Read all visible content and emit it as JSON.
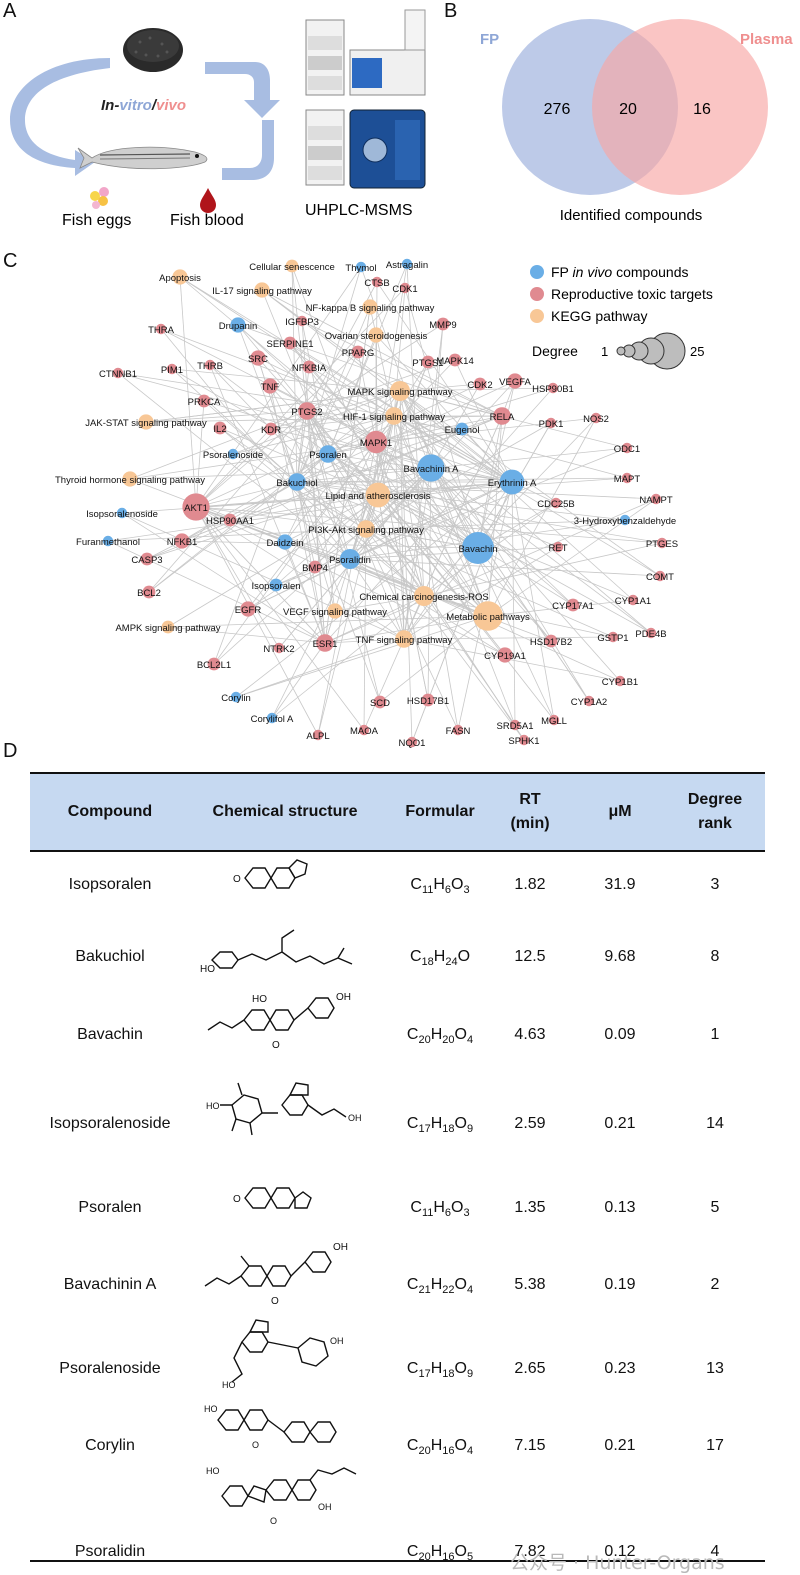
{
  "panels": {
    "a": "A",
    "b": "B",
    "c": "C",
    "d": "D"
  },
  "panel_a": {
    "title_in": "In-",
    "title_vitro": "vitro",
    "title_slash": "/",
    "title_vivo": "vivo",
    "label_eggs": "Fish eggs",
    "label_blood": "Fish blood",
    "label_instrument": "UHPLC-MSMS"
  },
  "panel_b": {
    "set_left": "FP",
    "set_right": "Plasma",
    "left_only": "276",
    "overlap": "20",
    "right_only": "16",
    "caption": "Identified compounds",
    "colors": {
      "left": "#a7b8e0",
      "right": "#f7a6a4"
    }
  },
  "panel_c": {
    "legend": {
      "compound_pre": "FP ",
      "compound_italic": "in vivo",
      "compound_post": " compounds",
      "target": "Reproductive toxic targets",
      "pathway": "KEGG pathway",
      "degree_label": "Degree",
      "degree_min": "1",
      "degree_max": "25"
    },
    "colors": {
      "compound": "#6aaee6",
      "target": "#e08a90",
      "pathway": "#f8c796",
      "edge": "#c8c8c8"
    },
    "nodes": [
      {
        "label": "Apoptosis",
        "t": "p",
        "d": 3
      },
      {
        "label": "Cellular senescence",
        "t": "p",
        "d": 2
      },
      {
        "label": "Thymol",
        "t": "c",
        "d": 1
      },
      {
        "label": "Astragalin",
        "t": "c",
        "d": 1
      },
      {
        "label": "CTSB",
        "t": "t",
        "d": 1
      },
      {
        "label": "CDK1",
        "t": "t",
        "d": 1
      },
      {
        "label": "IL-17 signaling pathway",
        "t": "p",
        "d": 3
      },
      {
        "label": "NF-kappa B signaling pathway",
        "t": "p",
        "d": 3
      },
      {
        "label": "Drupanin",
        "t": "c",
        "d": 3
      },
      {
        "label": "IGFBP3",
        "t": "t",
        "d": 1
      },
      {
        "label": "Ovarian steroidogenesis",
        "t": "p",
        "d": 3
      },
      {
        "label": "THRA",
        "t": "t",
        "d": 1
      },
      {
        "label": "MMP9",
        "t": "t",
        "d": 2
      },
      {
        "label": "SERPINE1",
        "t": "t",
        "d": 2
      },
      {
        "label": "PPARG",
        "t": "t",
        "d": 2
      },
      {
        "label": "PTGS1",
        "t": "t",
        "d": 2
      },
      {
        "label": "MAPK14",
        "t": "t",
        "d": 2
      },
      {
        "label": "PIM1",
        "t": "t",
        "d": 1
      },
      {
        "label": "THRB",
        "t": "t",
        "d": 1
      },
      {
        "label": "SRC",
        "t": "t",
        "d": 3
      },
      {
        "label": "NFKBIA",
        "t": "t",
        "d": 2
      },
      {
        "label": "CTNNB1",
        "t": "t",
        "d": 1
      },
      {
        "label": "TNF",
        "t": "t",
        "d": 3
      },
      {
        "label": "MAPK signaling pathway",
        "t": "p",
        "d": 5
      },
      {
        "label": "CDK2",
        "t": "t",
        "d": 2
      },
      {
        "label": "VEGFA",
        "t": "t",
        "d": 3
      },
      {
        "label": "HSP90B1",
        "t": "t",
        "d": 1
      },
      {
        "label": "PRKCA",
        "t": "t",
        "d": 2
      },
      {
        "label": "PTGS2",
        "t": "t",
        "d": 4
      },
      {
        "label": "HIF-1 signaling pathway",
        "t": "p",
        "d": 4
      },
      {
        "label": "RELA",
        "t": "t",
        "d": 4
      },
      {
        "label": "PDK1",
        "t": "t",
        "d": 1
      },
      {
        "label": "NOS2",
        "t": "t",
        "d": 1
      },
      {
        "label": "JAK-STAT signaling pathway",
        "t": "p",
        "d": 3
      },
      {
        "label": "IL2",
        "t": "t",
        "d": 2
      },
      {
        "label": "KDR",
        "t": "t",
        "d": 2
      },
      {
        "label": "Eugenol",
        "t": "c",
        "d": 2
      },
      {
        "label": "MAPK1",
        "t": "t",
        "d": 6
      },
      {
        "label": "Psoralenoside",
        "t": "c",
        "d": 1
      },
      {
        "label": "Psoralen",
        "t": "c",
        "d": 4
      },
      {
        "label": "ODC1",
        "t": "t",
        "d": 1
      },
      {
        "label": "Bavachinin A",
        "t": "c",
        "d": 8
      },
      {
        "label": "Thyroid hormone signaling pathway",
        "t": "p",
        "d": 3
      },
      {
        "label": "Bakuchiol",
        "t": "c",
        "d": 4
      },
      {
        "label": "Erythrinin A",
        "t": "c",
        "d": 7
      },
      {
        "label": "MAPT",
        "t": "t",
        "d": 1
      },
      {
        "label": "Lipid and atherosclerosis",
        "t": "p",
        "d": 7
      },
      {
        "label": "NAMPT",
        "t": "t",
        "d": 1
      },
      {
        "label": "CDC25B",
        "t": "t",
        "d": 1
      },
      {
        "label": "Isopsoralenoside",
        "t": "c",
        "d": 1
      },
      {
        "label": "AKT1",
        "t": "t",
        "d": 8
      },
      {
        "label": "3-Hydroxybenzaldehyde",
        "t": "c",
        "d": 1
      },
      {
        "label": "HSP90AA1",
        "t": "t",
        "d": 2
      },
      {
        "label": "PI3K-Akt signaling pathway",
        "t": "p",
        "d": 4
      },
      {
        "label": "Furanmethanol",
        "t": "c",
        "d": 1
      },
      {
        "label": "NFKB1",
        "t": "t",
        "d": 3
      },
      {
        "label": "Daidzein",
        "t": "c",
        "d": 3
      },
      {
        "label": "Bavachin",
        "t": "c",
        "d": 10
      },
      {
        "label": "RET",
        "t": "t",
        "d": 1
      },
      {
        "label": "PTGES",
        "t": "t",
        "d": 1
      },
      {
        "label": "CASP3",
        "t": "t",
        "d": 2
      },
      {
        "label": "Psoralidin",
        "t": "c",
        "d": 5
      },
      {
        "label": "BMP4",
        "t": "t",
        "d": 2
      },
      {
        "label": "BCL2",
        "t": "t",
        "d": 2
      },
      {
        "label": "Isopsoralen",
        "t": "c",
        "d": 2
      },
      {
        "label": "Chemical carcinogenesis-ROS",
        "t": "p",
        "d": 5
      },
      {
        "label": "COMT",
        "t": "t",
        "d": 1
      },
      {
        "label": "CYP1A1",
        "t": "t",
        "d": 1
      },
      {
        "label": "CYP17A1",
        "t": "t",
        "d": 2
      },
      {
        "label": "EGFR",
        "t": "t",
        "d": 3
      },
      {
        "label": "AMPK signaling pathway",
        "t": "p",
        "d": 2
      },
      {
        "label": "VEGF signaling pathway",
        "t": "p",
        "d": 3
      },
      {
        "label": "Metabolic pathways",
        "t": "p",
        "d": 9
      },
      {
        "label": "PDE4B",
        "t": "t",
        "d": 1
      },
      {
        "label": "GSTP1",
        "t": "t",
        "d": 1
      },
      {
        "label": "HSD17B2",
        "t": "t",
        "d": 2
      },
      {
        "label": "TNF signaling pathway",
        "t": "p",
        "d": 4
      },
      {
        "label": "NTRK2",
        "t": "t",
        "d": 1
      },
      {
        "label": "ESR1",
        "t": "t",
        "d": 4
      },
      {
        "label": "CYP19A1",
        "t": "t",
        "d": 3
      },
      {
        "label": "BCL2L1",
        "t": "t",
        "d": 2
      },
      {
        "label": "CYP1B1",
        "t": "t",
        "d": 1
      },
      {
        "label": "Corylin",
        "t": "c",
        "d": 1
      },
      {
        "label": "SCD",
        "t": "t",
        "d": 2
      },
      {
        "label": "HSD17B1",
        "t": "t",
        "d": 2
      },
      {
        "label": "CYP1A2",
        "t": "t",
        "d": 1
      },
      {
        "label": "Corylifol A",
        "t": "c",
        "d": 1
      },
      {
        "label": "MGLL",
        "t": "t",
        "d": 1
      },
      {
        "label": "SRD5A1",
        "t": "t",
        "d": 1
      },
      {
        "label": "ALPL",
        "t": "t",
        "d": 1
      },
      {
        "label": "MAOA",
        "t": "t",
        "d": 1
      },
      {
        "label": "FASN",
        "t": "t",
        "d": 1
      },
      {
        "label": "NQO1",
        "t": "t",
        "d": 1
      },
      {
        "label": "SPHK1",
        "t": "t",
        "d": 1
      }
    ]
  },
  "table": {
    "headers": {
      "compound": "Compound",
      "structure": "Chemical structure",
      "formula": "Formular",
      "rt_1": "RT",
      "rt_2": "(min)",
      "um": "μM",
      "rank_1": "Degree",
      "rank_2": "rank"
    },
    "rows": [
      {
        "compound": "Isopsoralen",
        "formula": [
          [
            "C",
            ""
          ],
          [
            "11",
            "s"
          ],
          [
            "H",
            ""
          ],
          [
            "6",
            "s"
          ],
          [
            "O",
            ""
          ],
          [
            "3",
            "s"
          ]
        ],
        "rt": "1.82",
        "um": "31.9",
        "rank": "3"
      },
      {
        "compound": "Bakuchiol",
        "formula": [
          [
            "C",
            ""
          ],
          [
            "18",
            "s"
          ],
          [
            "H",
            ""
          ],
          [
            "24",
            "s"
          ],
          [
            "O",
            ""
          ]
        ],
        "rt": "12.5",
        "um": "9.68",
        "rank": "8"
      },
      {
        "compound": "Bavachin",
        "formula": [
          [
            "C",
            ""
          ],
          [
            "20",
            "s"
          ],
          [
            "H",
            ""
          ],
          [
            "20",
            "s"
          ],
          [
            "O",
            ""
          ],
          [
            "4",
            "s"
          ]
        ],
        "rt": "4.63",
        "um": "0.09",
        "rank": "1"
      },
      {
        "compound": "Isopsoralenoside",
        "formula": [
          [
            "C",
            ""
          ],
          [
            "17",
            "s"
          ],
          [
            "H",
            ""
          ],
          [
            "18",
            "s"
          ],
          [
            "O",
            ""
          ],
          [
            "9",
            "s"
          ]
        ],
        "rt": "2.59",
        "um": "0.21",
        "rank": "14"
      },
      {
        "compound": "Psoralen",
        "formula": [
          [
            "C",
            ""
          ],
          [
            "11",
            "s"
          ],
          [
            "H",
            ""
          ],
          [
            "6",
            "s"
          ],
          [
            "O",
            ""
          ],
          [
            "3",
            "s"
          ]
        ],
        "rt": "1.35",
        "um": "0.13",
        "rank": "5"
      },
      {
        "compound": "Bavachinin A",
        "formula": [
          [
            "C",
            ""
          ],
          [
            "21",
            "s"
          ],
          [
            "H",
            ""
          ],
          [
            "22",
            "s"
          ],
          [
            "O",
            ""
          ],
          [
            "4",
            "s"
          ]
        ],
        "rt": "5.38",
        "um": "0.19",
        "rank": "2"
      },
      {
        "compound": "Psoralenoside",
        "formula": [
          [
            "C",
            ""
          ],
          [
            "17",
            "s"
          ],
          [
            "H",
            ""
          ],
          [
            "18",
            "s"
          ],
          [
            "O",
            ""
          ],
          [
            "9",
            "s"
          ]
        ],
        "rt": "2.65",
        "um": "0.23",
        "rank": "13"
      },
      {
        "compound": "Corylin",
        "formula": [
          [
            "C",
            ""
          ],
          [
            "20",
            "s"
          ],
          [
            "H",
            ""
          ],
          [
            "16",
            "s"
          ],
          [
            "O",
            ""
          ],
          [
            "4",
            "s"
          ]
        ],
        "rt": "7.15",
        "um": "0.21",
        "rank": "17"
      },
      {
        "compound": "Psoralidin",
        "formula": [
          [
            "C",
            ""
          ],
          [
            "20",
            "s"
          ],
          [
            "H",
            ""
          ],
          [
            "16",
            "s"
          ],
          [
            "O",
            ""
          ],
          [
            "5",
            "s"
          ]
        ],
        "rt": "7.82",
        "um": "0.12",
        "rank": "4"
      }
    ]
  },
  "watermark": "公众号 · Hunter-Organs"
}
